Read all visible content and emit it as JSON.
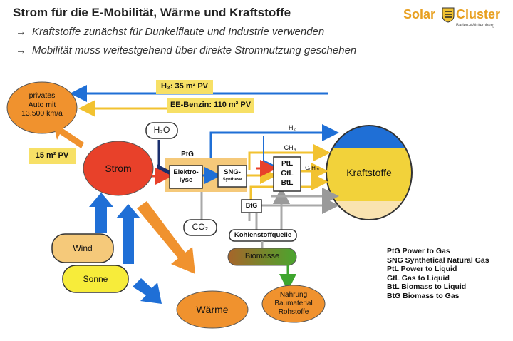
{
  "header": {
    "title": "Strom für die E-Mobilität, Wärme und Kraftstoffe",
    "bullets": [
      "Kraftstoffe zunächst für Dunkelflaute und Industrie verwenden",
      "Mobilität muss weitestgehend über direkte Stromnutzung geschehen"
    ],
    "bullet_marker": "→"
  },
  "logo": {
    "part1": "Solar",
    "part2": "Cluster",
    "sub": "Baden-Württemberg"
  },
  "nodes": {
    "auto": "privates\nAuto mit\n13.500 km/a",
    "h2_box": "H₂: 35 m² PV",
    "benzin_box": "EE-Benzin: 110 m² PV",
    "pv_box": "15 m² PV",
    "strom": "Strom",
    "h2o": "H₂O",
    "ptg": "PtG",
    "elektrolyse": "Elektro-\nlyse",
    "sng": "SNG-",
    "sng_sub": "Synthese",
    "co2": "CO₂",
    "h2_line": "H₂",
    "ch4_line": "CH₄",
    "cnhm_line": "CₙHₘ",
    "ptl_gtl_btl": "PtL\nGtL\nBtL",
    "btg": "BtG",
    "kraftstoffe": "Kraftstoffe",
    "kohlenstoffquelle": "Kohlenstoffquelle",
    "biomasse": "Biomasse",
    "nahrung": "Nahrung\nBaumaterial\nRohstoffe",
    "wind": "Wind",
    "sonne": "Sonne",
    "waerme": "Wärme"
  },
  "legend": [
    "PtG Power to Gas",
    "SNG Synthetical Natural Gas",
    "PtL Power to Liquid",
    "GtL Gas to Liquid",
    "BtL Biomass to Liquid",
    "BtG Biomass to Gas"
  ],
  "colors": {
    "orange": "#f0922e",
    "red": "#e8412a",
    "yellow": "#f5d74a",
    "blue": "#1f6fd6",
    "gray": "#a8a8a8",
    "green": "#3ea52e",
    "brown": "#a7652a"
  }
}
